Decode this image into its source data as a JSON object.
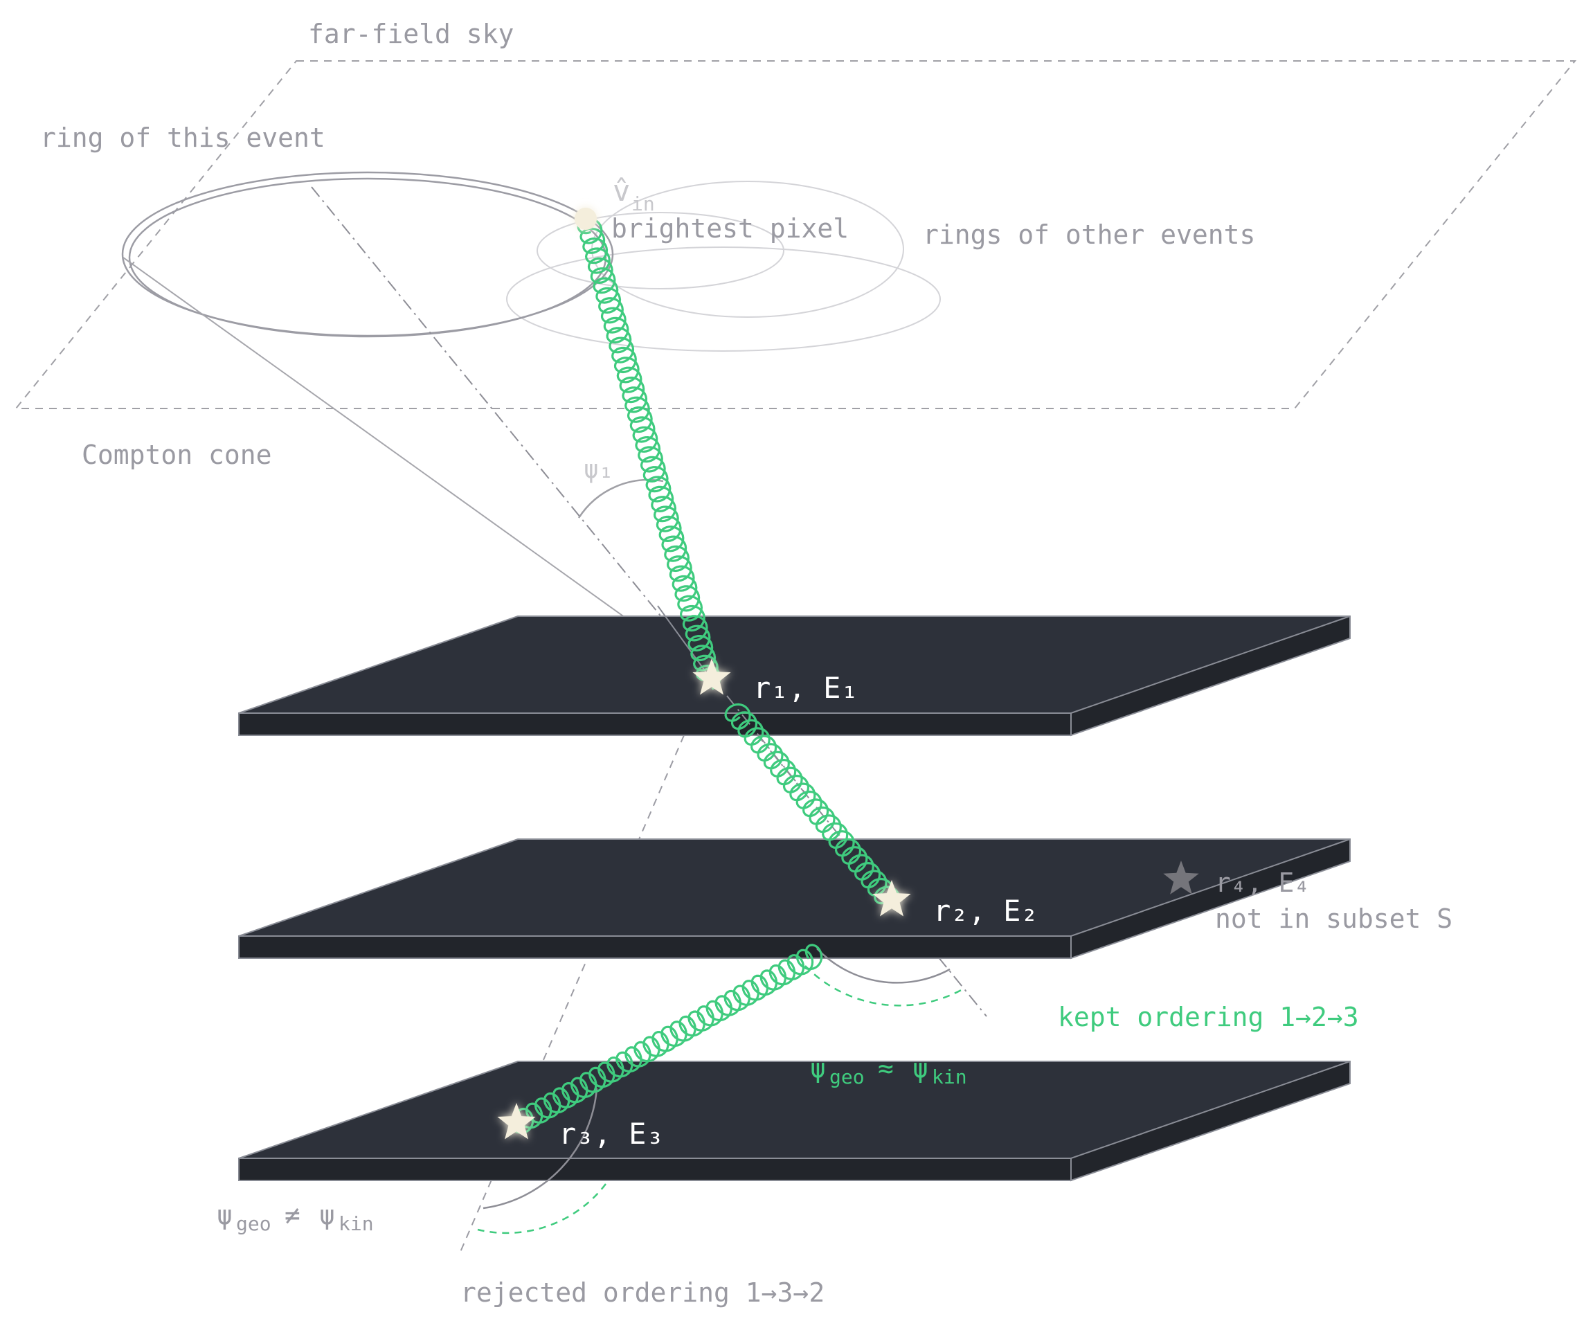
{
  "labels": {
    "far_field_sky": "far-field sky",
    "ring_this_event": "ring of this event",
    "v_in_hat": "v̂",
    "v_in_sub": "in",
    "brightest_pixel": "brightest pixel",
    "rings_other_events": "rings of other events",
    "compton_cone": "Compton cone",
    "psi1": "ψ₁",
    "r1_e1": "r₁, E₁",
    "r2_e2": "r₂, E₂",
    "r3_e3": "r₃, E₃",
    "r4_e4": "r₄, E₄",
    "not_in_subset": "not in subset S",
    "kept_ordering": "kept ordering 1→2→3",
    "psi_main": "ψ",
    "geo_sub": "geo",
    "approx": "≈",
    "neq": "≠",
    "kin_sub": "kin",
    "rejected_ordering": "rejected ordering 1→3→2"
  },
  "colors": {
    "green": "#3fcb7e",
    "plate_top": "#2d313a",
    "plate_side": "#22252b",
    "star": "#f4eedc",
    "grey_text": "#9a9aa2",
    "faint_grey": "#c8c8cc"
  }
}
